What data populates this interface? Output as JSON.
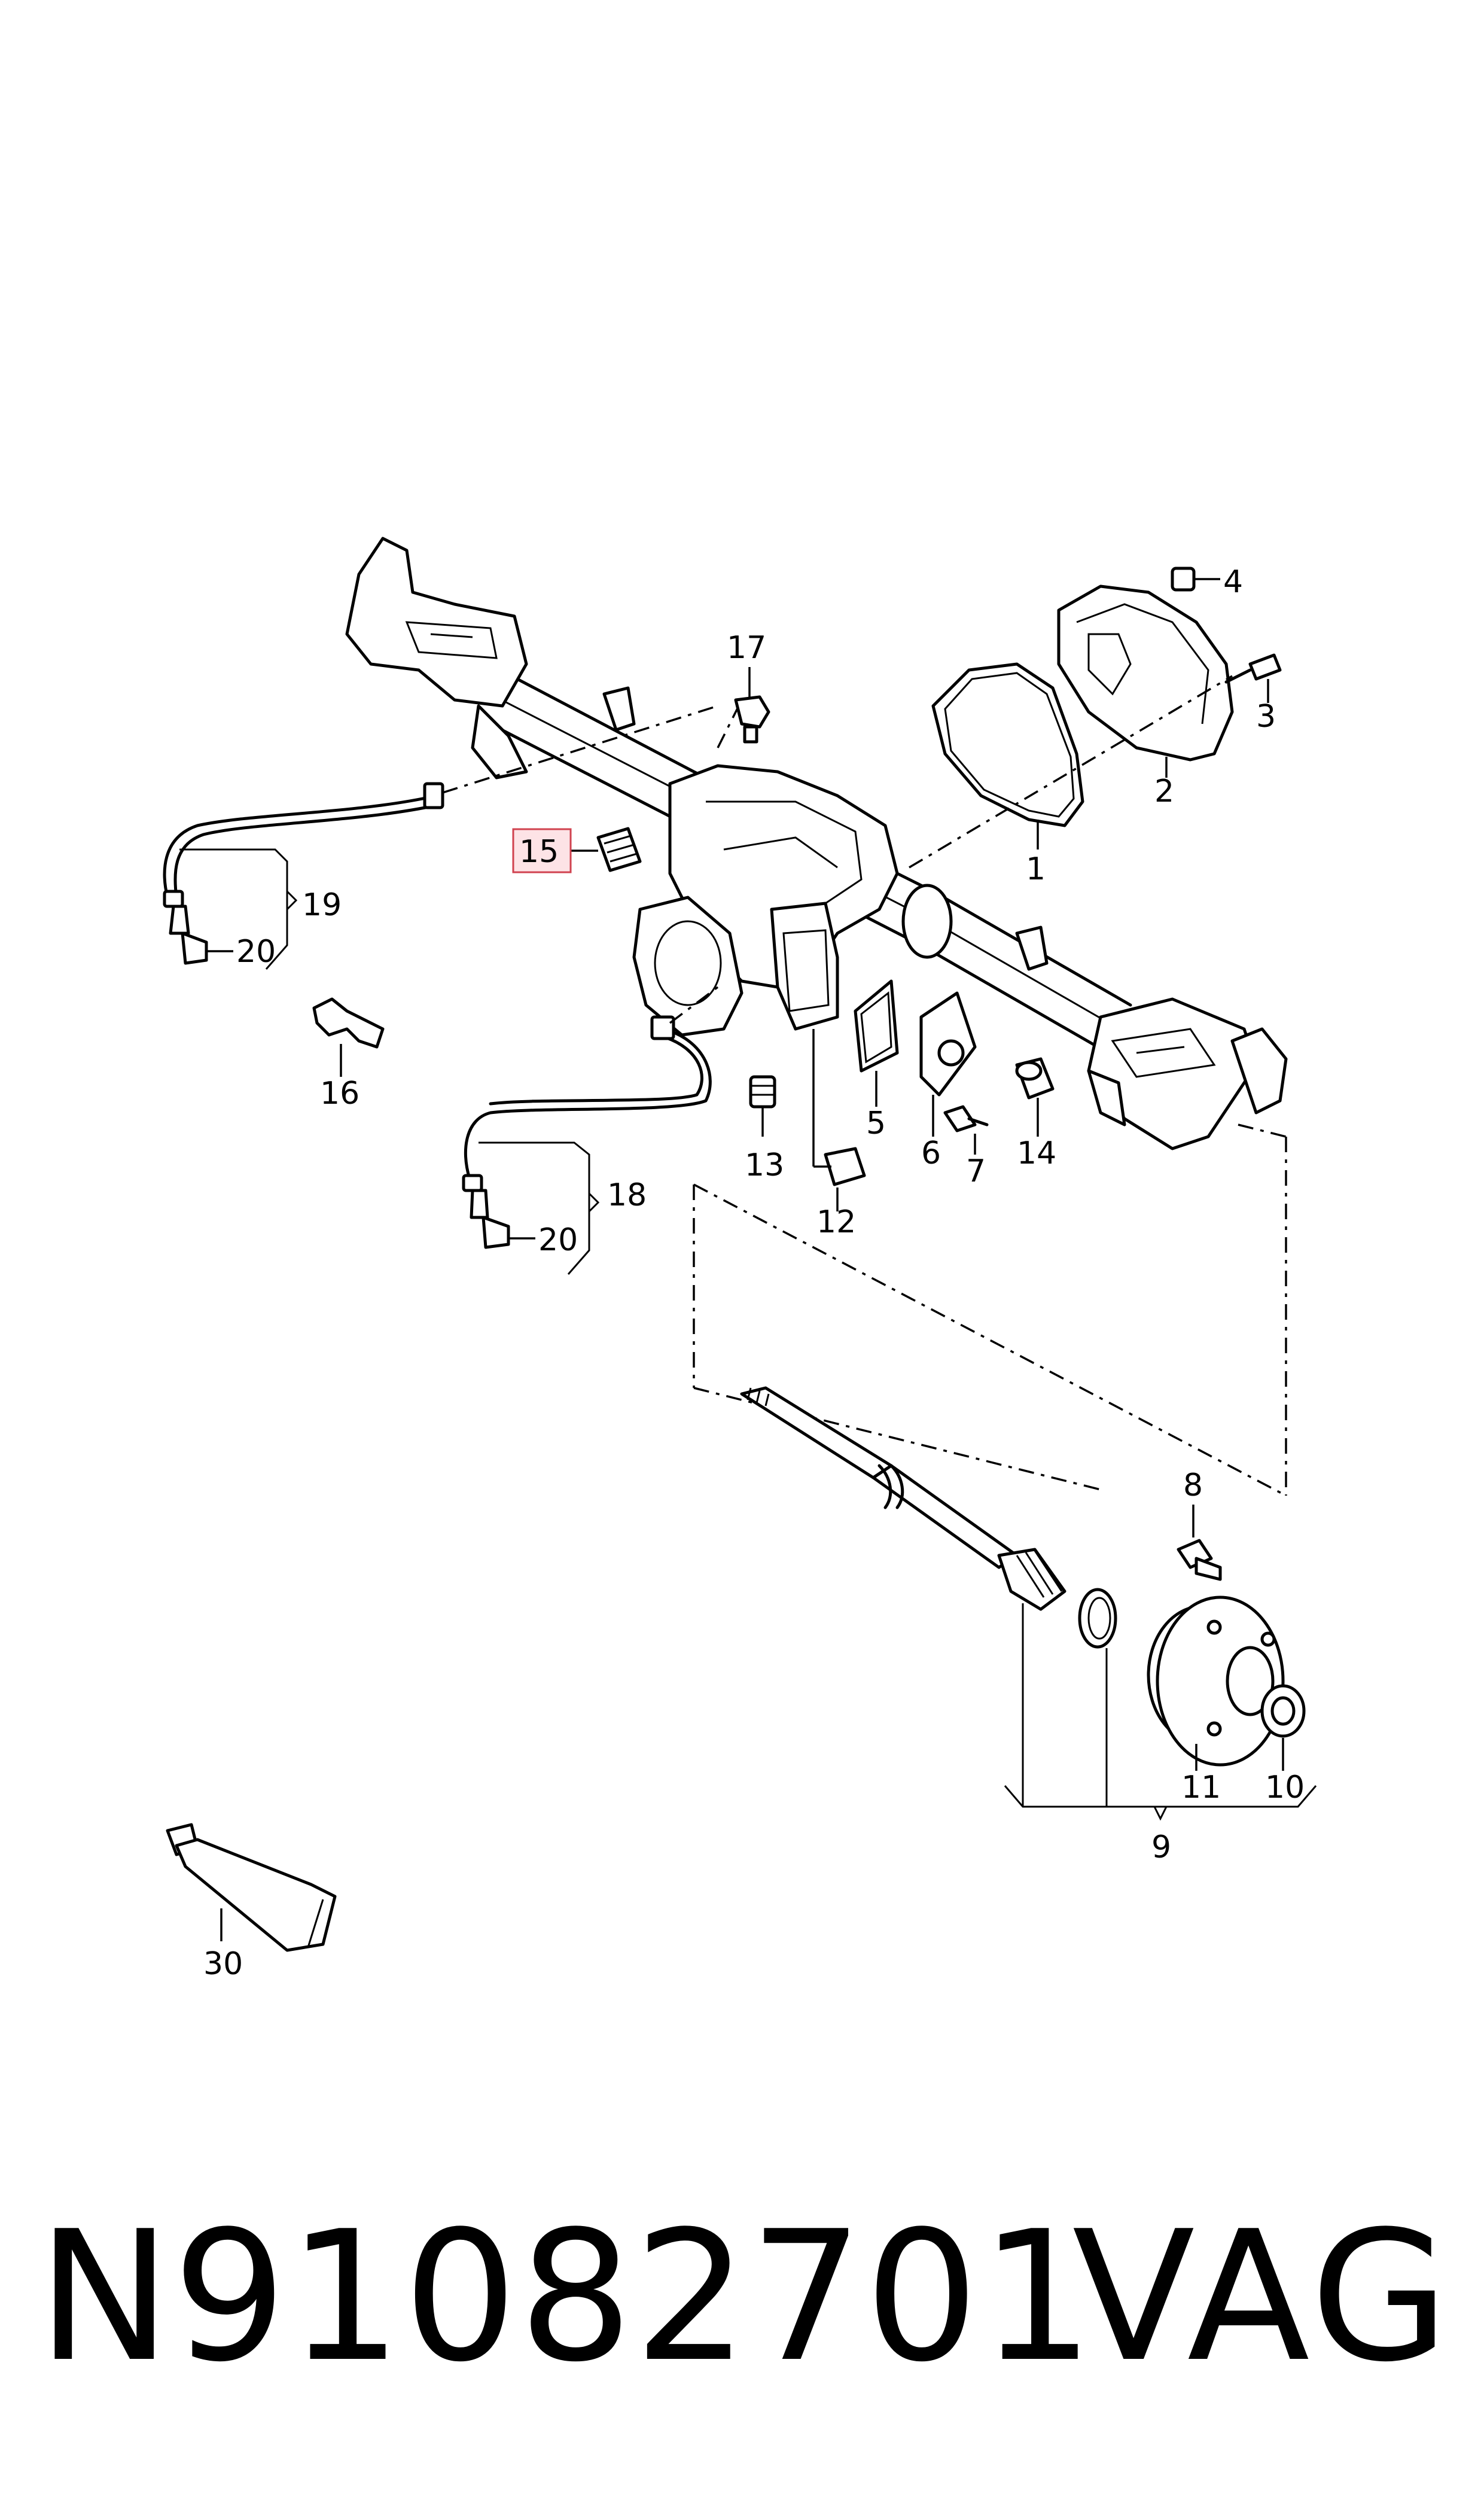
{
  "diagram": {
    "highlighted_callout": "15",
    "callouts": {
      "c1": "1",
      "c2": "2",
      "c3": "3",
      "c4": "4",
      "c5": "5",
      "c6": "6",
      "c7": "7",
      "c8": "8",
      "c9": "9",
      "c10": "10",
      "c11": "11",
      "c12": "12",
      "c13": "13",
      "c14": "14",
      "c15": "15",
      "c16": "16",
      "c17": "17",
      "c18": "18",
      "c19": "19",
      "c20a": "20",
      "c20b": "20",
      "c30": "30"
    }
  },
  "footer": {
    "part_number": "N91082701",
    "brand": "VAG"
  },
  "colors": {
    "highlight_fill": "#fde3e6",
    "highlight_stroke": "#d0424f",
    "line": "#000000"
  }
}
